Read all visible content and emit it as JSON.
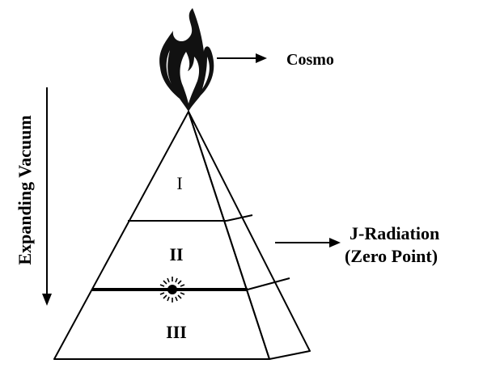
{
  "diagram": {
    "top_label": "Cosmo",
    "side_label": "Expanding Vacuum",
    "radiation_label_line1": "J-Radiation",
    "radiation_label_line2": "(Zero Point)",
    "level_1": "I",
    "level_2": "II",
    "level_3": "III"
  }
}
